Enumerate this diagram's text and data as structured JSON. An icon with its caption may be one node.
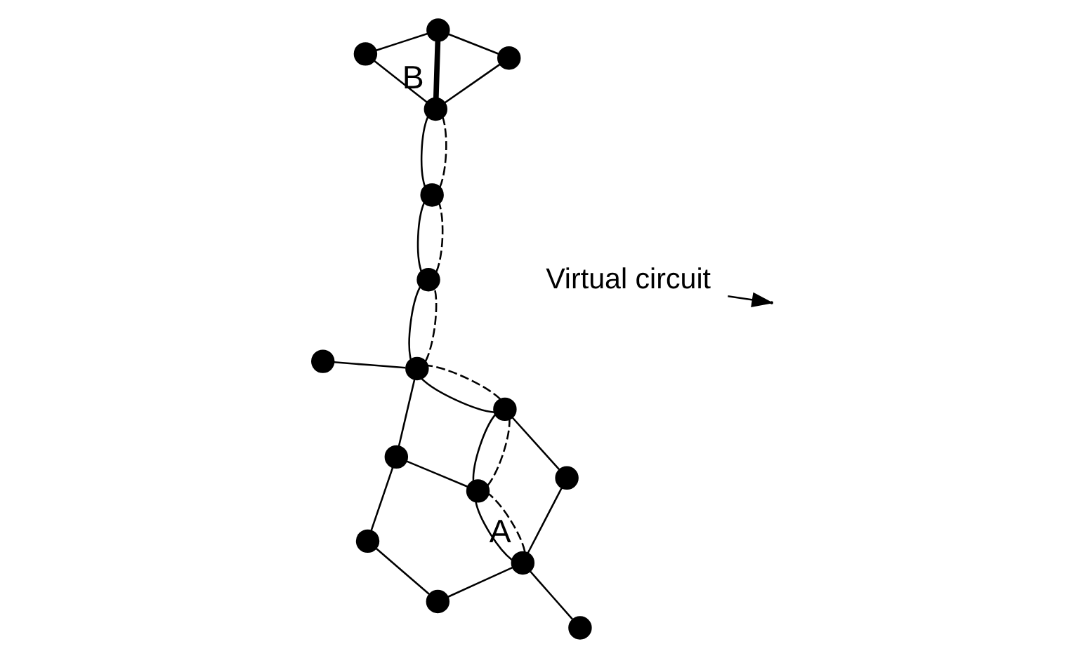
{
  "diagram": {
    "nodes": [
      {
        "text": [],
        "shape": "circle",
        "beside": [
          "A"
        ]
      },
      {
        "text": [],
        "shape": "circle"
      },
      {
        "text": [],
        "shape": "circle"
      },
      {
        "text": [],
        "shape": "circle"
      },
      {
        "text": [],
        "shape": "circle"
      },
      {
        "text": [],
        "shape": "circle"
      },
      {
        "text": [],
        "shape": "circle"
      },
      {
        "text": [],
        "shape": "circle"
      },
      {
        "text": [],
        "shape": "circle"
      },
      {
        "text": [],
        "shape": "circle"
      },
      {
        "text": [],
        "shape": "circle"
      },
      {
        "text": [],
        "shape": "circle"
      },
      {
        "text": [],
        "shape": "circle",
        "beside": [
          "B"
        ]
      },
      {
        "text": [],
        "shape": "circle"
      },
      {
        "text": [],
        "shape": "circle"
      },
      {
        "text": [],
        "shape": "circle"
      },
      {
        "text": [
          "Virtual circuit"
        ]
      }
    ],
    "edges": [
      {
        "from": 0,
        "to": 1,
        "arrow": "none"
      },
      {
        "from": 0,
        "to": 2,
        "arrow": "none"
      },
      {
        "from": 0,
        "to": 7,
        "arrow": "none"
      },
      {
        "from": 0,
        "to": 4,
        "arrow": "none"
      },
      {
        "from": 2,
        "to": 5,
        "arrow": "none"
      },
      {
        "from": 4,
        "to": 5,
        "arrow": "none"
      },
      {
        "from": 4,
        "to": 8,
        "arrow": "none"
      },
      {
        "from": 5,
        "to": 6,
        "arrow": "none"
      },
      {
        "from": 6,
        "to": 3,
        "arrow": "none"
      },
      {
        "from": 8,
        "to": 6,
        "arrow": "none"
      },
      {
        "from": 7,
        "to": 9,
        "arrow": "none"
      },
      {
        "from": 9,
        "to": 8,
        "arrow": "none"
      },
      {
        "from": 6,
        "to": 14,
        "arrow": "none"
      },
      {
        "from": 14,
        "to": 15,
        "arrow": "none"
      },
      {
        "from": 15,
        "to": 12,
        "arrow": "none"
      },
      {
        "from": 10,
        "to": 11,
        "arrow": "none"
      },
      {
        "from": 11,
        "to": 12,
        "arrow": "none"
      },
      {
        "from": 10,
        "to": 12,
        "arrow": "none",
        "style": "thick"
      },
      {
        "from": 10,
        "to": 13,
        "arrow": "none"
      },
      {
        "from": 13,
        "to": 12,
        "arrow": "none"
      },
      {
        "from": 0,
        "to": 4,
        "arrow": "none",
        "style": "dashed"
      },
      {
        "from": 4,
        "to": 5,
        "arrow": "none",
        "style": "dashed"
      },
      {
        "from": 5,
        "to": 6,
        "arrow": "none",
        "style": "dashed"
      },
      {
        "from": 6,
        "to": 14,
        "arrow": "none",
        "style": "dashed"
      },
      {
        "from": 14,
        "to": 15,
        "arrow": "none",
        "style": "dashed"
      },
      {
        "from": 15,
        "to": 12,
        "arrow": "none",
        "style": "dashed"
      },
      {
        "from": 16,
        "to": null,
        "arrow": "to"
      }
    ]
  }
}
